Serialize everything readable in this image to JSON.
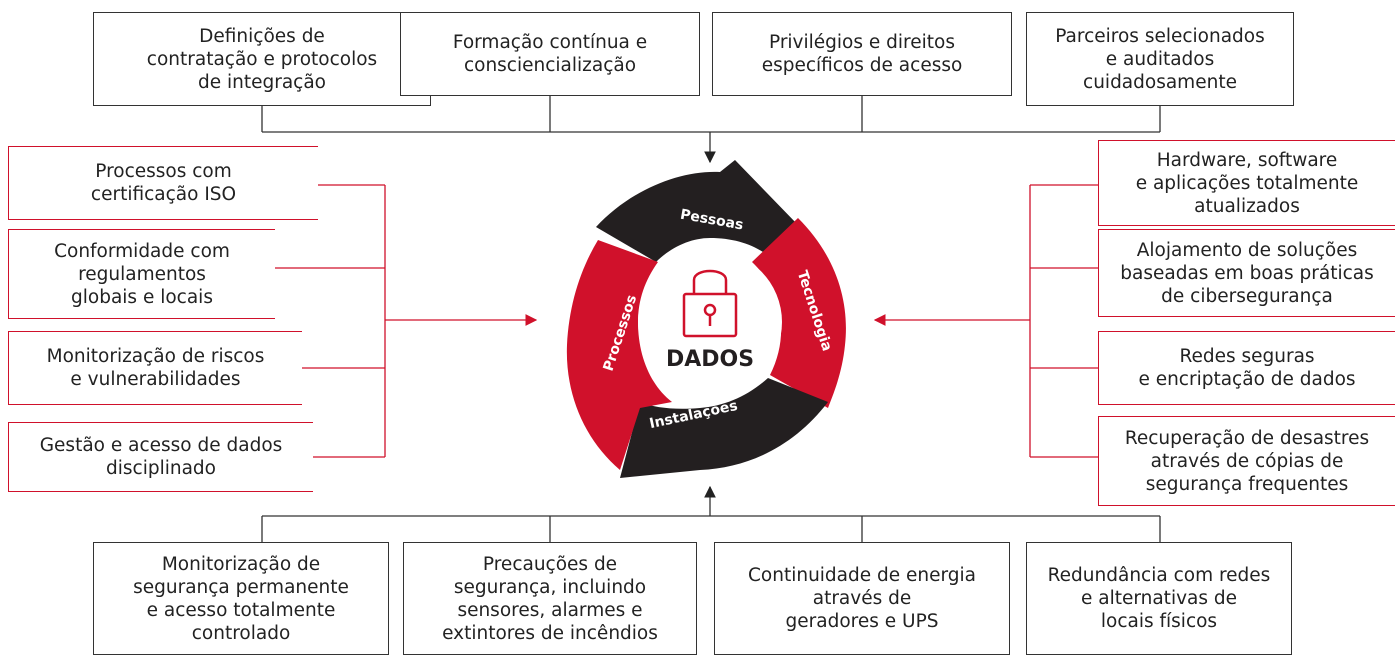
{
  "top": [
    "Definições de\ncontratação e protocolos\nde integração",
    "Formação contínua e\nconsciencialização",
    "Privilégios e direitos\nespecíficos de acesso",
    "Parceiros selecionados\ne auditados\ncuidadosamente"
  ],
  "left": [
    "Processos com\ncertificação ISO",
    "Conformidade com\nregulamentos\nglobais e locais",
    "Monitorização de riscos\ne vulnerabilidades",
    "Gestão e acesso de dados\ndisciplinado"
  ],
  "right": [
    "Hardware, software\ne aplicações totalmente\natualizados",
    "Alojamento de soluções\nbaseadas em boas práticas\nde cibersegurança",
    "Redes seguras\ne encriptação de dados",
    "Recuperação de desastres\natravés de cópias de\nsegurança frequentes"
  ],
  "bottom": [
    "Monitorização de\nsegurança permanente\ne acesso totalmente\ncontrolado",
    "Precauções de\nsegurança, incluindo\nsensores, alarmes e\nextintores de incêndios",
    "Continuidade de energia\natravés de\ngeradores e UPS",
    "Redundância com redes\ne alternativas de\nlocais físicos"
  ],
  "wheel": {
    "center": "DADOS",
    "segments": {
      "pessoas": "Pessoas",
      "tecnologia": "Tecnologia",
      "instalacoes": "Instalações",
      "processos": "Processos"
    }
  },
  "colors": {
    "red": "#d0112b",
    "dark": "#231f20",
    "line": "#333333"
  },
  "icons": {
    "center": "padlock-icon"
  }
}
